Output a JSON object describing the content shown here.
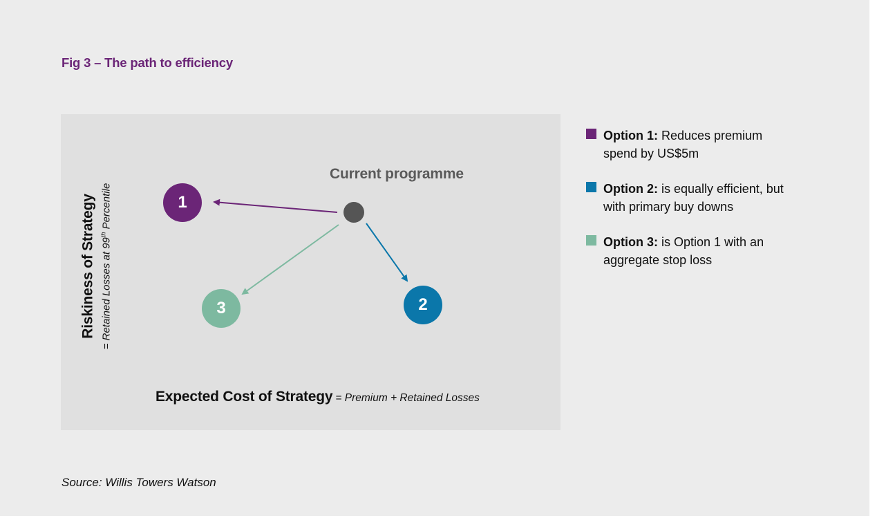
{
  "figure": {
    "title": "Fig 3 – The path to efficiency",
    "source": "Source: Willis Towers Watson"
  },
  "axes": {
    "y_title": "Riskiness of Strategy",
    "y_subtitle_prefix": "= Retained Losses at 99",
    "y_subtitle_sup": "th",
    "y_subtitle_suffix": " Percentile",
    "x_title": "Expected Cost of Strategy",
    "x_subtitle": "= Premium + Retained Losses"
  },
  "diagram": {
    "current_label": "Current programme",
    "nodes": [
      {
        "id": "1",
        "label": "1",
        "color": "#6b2577"
      },
      {
        "id": "2",
        "label": "2",
        "color": "#0b77aa"
      },
      {
        "id": "3",
        "label": "3",
        "color": "#7db9a0"
      }
    ],
    "current_color": "#555555"
  },
  "legend": [
    {
      "bold": "Option 1:",
      "text": " Reduces premium spend by US$5m",
      "color": "#6b2577"
    },
    {
      "bold": "Option 2:",
      "text": " is equally efficient, but with primary buy downs",
      "color": "#0b77aa"
    },
    {
      "bold": "Option 3:",
      "text": " is Option 1 with an aggregate stop loss",
      "color": "#7db9a0"
    }
  ]
}
